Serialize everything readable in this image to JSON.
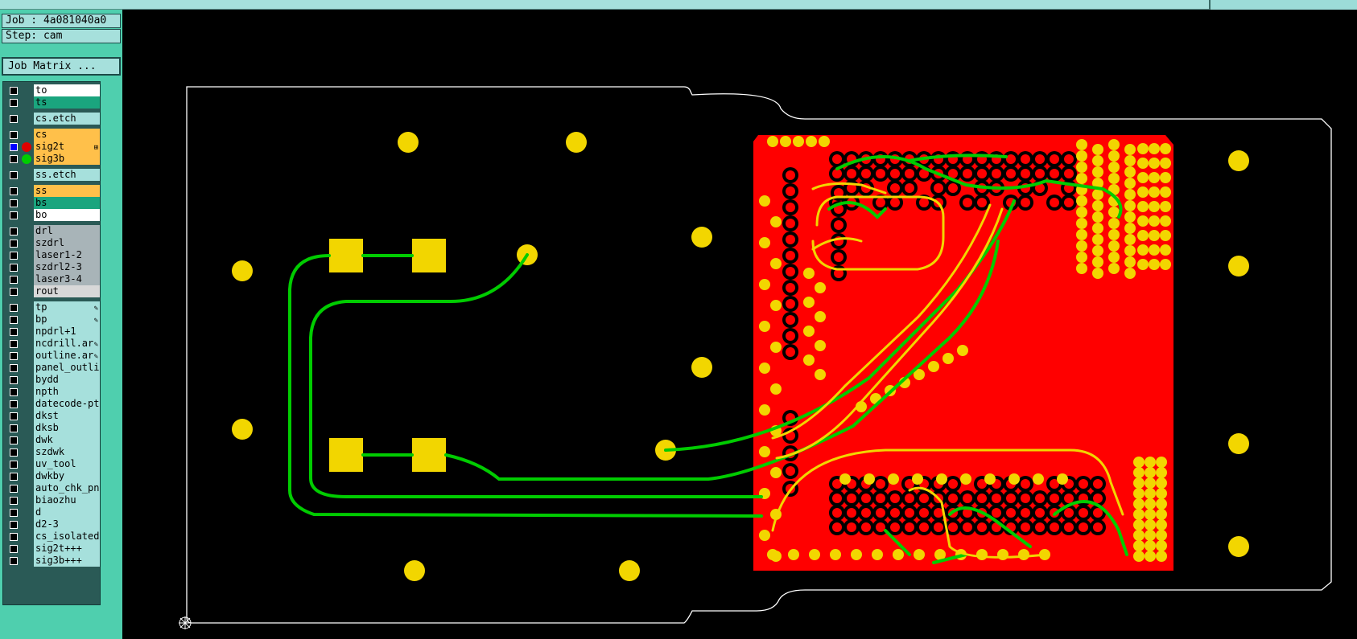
{
  "window": {
    "job_label": "Job : 4a081040a0",
    "step_label": "Step: cam",
    "job_matrix_button": "Job Matrix ..."
  },
  "layers": [
    {
      "name": "to",
      "color": "#ffffff",
      "gap_before": false
    },
    {
      "name": "ts",
      "color": "#1aa57e",
      "gap_before": false
    },
    {
      "name": "cs.etch",
      "color": "#a6e0dc",
      "gap_before": true
    },
    {
      "name": "cs",
      "color": "#ffc04a",
      "gap_before": true
    },
    {
      "name": "sig2t",
      "color": "#ffc04a",
      "selected": true,
      "dot": "#e00000",
      "mark": "⊞"
    },
    {
      "name": "sig3b",
      "color": "#ffc04a",
      "dot": "#00cc00"
    },
    {
      "name": "ss.etch",
      "color": "#a6e0dc",
      "gap_before": true
    },
    {
      "name": "ss",
      "color": "#ffc04a",
      "gap_before": true
    },
    {
      "name": "bs",
      "color": "#1aa57e"
    },
    {
      "name": "bo",
      "color": "#ffffff"
    },
    {
      "name": "drl",
      "color": "#a8b4b8",
      "gap_before": true
    },
    {
      "name": "szdrl",
      "color": "#a8b4b8"
    },
    {
      "name": "laser1-2",
      "color": "#a8b4b8"
    },
    {
      "name": "szdrl2-3",
      "color": "#a8b4b8"
    },
    {
      "name": "laser3-4",
      "color": "#a8b4b8"
    },
    {
      "name": "rout",
      "color": "#d8d8d8"
    },
    {
      "name": "tp",
      "color": "#a6e0dc",
      "gap_before": true,
      "mark": "✎"
    },
    {
      "name": "bp",
      "color": "#a6e0dc",
      "mark": "✎"
    },
    {
      "name": "npdrl+1",
      "color": "#a6e0dc"
    },
    {
      "name": "ncdrill.ar",
      "color": "#a6e0dc",
      "mark": "✎"
    },
    {
      "name": "outline.ar",
      "color": "#a6e0dc",
      "mark": "✎"
    },
    {
      "name": "panel_outlin",
      "color": "#a6e0dc"
    },
    {
      "name": "bydd",
      "color": "#a6e0dc"
    },
    {
      "name": "npth",
      "color": "#a6e0dc"
    },
    {
      "name": "datecode-pte",
      "color": "#a6e0dc"
    },
    {
      "name": "dkst",
      "color": "#a6e0dc"
    },
    {
      "name": "dksb",
      "color": "#a6e0dc"
    },
    {
      "name": "dwk",
      "color": "#a6e0dc"
    },
    {
      "name": "szdwk",
      "color": "#a6e0dc"
    },
    {
      "name": "uv_tool",
      "color": "#a6e0dc"
    },
    {
      "name": "dwkby",
      "color": "#a6e0dc"
    },
    {
      "name": "auto_chk_pnl",
      "color": "#a6e0dc"
    },
    {
      "name": "biaozhu",
      "color": "#a6e0dc"
    },
    {
      "name": "d",
      "color": "#a6e0dc"
    },
    {
      "name": "d2-3",
      "color": "#a6e0dc"
    },
    {
      "name": "cs_isolated",
      "color": "#a6e0dc"
    },
    {
      "name": "sig2t+++",
      "color": "#a6e0dc"
    },
    {
      "name": "sig3b+++",
      "color": "#a6e0dc"
    }
  ],
  "colors": {
    "copper_fill": "#ff0000",
    "pad": "#f2d600",
    "trace_green": "#00cc00",
    "trace_yellow": "#f2d600",
    "outline": "#ffffff",
    "background": "#000000"
  },
  "icons": {
    "origin": "origin-crosshair-icon"
  }
}
